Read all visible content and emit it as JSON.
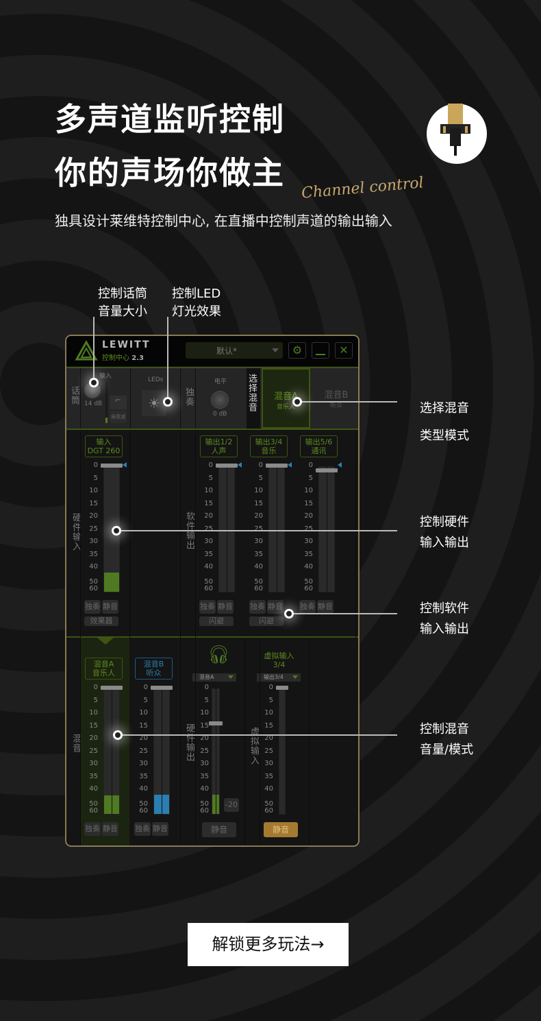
{
  "headline": {
    "line1": "多声道监听控制",
    "line2": "你的声场你做主",
    "script": "Channel control",
    "subtitle": "独具设计莱维特控制中心, 在直播中控制声道的输出输入"
  },
  "callouts": {
    "mic": [
      "控制话筒",
      "音量大小"
    ],
    "led": [
      "控制LED",
      "灯光效果"
    ],
    "mix": [
      "选择混音",
      "类型模式"
    ],
    "hw": [
      "控制硬件",
      "输入输出"
    ],
    "sw": [
      "控制软件",
      "输入输出"
    ],
    "mixvol": [
      "控制混音",
      "音量/模式"
    ]
  },
  "app": {
    "brand": "LEWITT",
    "product": "控制中心",
    "version": "2.3",
    "preset": "默认*",
    "top": {
      "mic_label": "话筒",
      "input_label": "输入",
      "gain": "14 dB",
      "lowcut": "局衰减",
      "leds": "LEDs",
      "solo_label": "独奏",
      "level_label": "电平",
      "level": "0 dB",
      "select_mix": "选择混音",
      "mixA": {
        "name": "混音A",
        "sub": "音乐人"
      },
      "mixB": {
        "name": "混音B",
        "sub": "听众"
      }
    },
    "sections": {
      "hw_in": "硬件输入",
      "sw_out": "软件输出",
      "mix": "混音",
      "hw_out": "硬件输出",
      "virt_in": "虚拟输入"
    },
    "scale": [
      "0",
      "5",
      "10",
      "15",
      "20",
      "25",
      "30",
      "35",
      "40",
      "50",
      "60"
    ],
    "strips": [
      {
        "id": "input",
        "h1": "输入",
        "h2": "DGT 260",
        "level": 0.16,
        "fader_db": 0,
        "stereo": false,
        "color": "#4f7a22",
        "buttons": [
          "独奏",
          "静音"
        ],
        "extra": "效果器"
      },
      {
        "id": "out12",
        "h1": "输出1/2",
        "h2": "人声",
        "level": 0,
        "fader_db": 0,
        "stereo": true,
        "color": "#4f7a22",
        "buttons": [
          "独奏",
          "静音"
        ],
        "extra": "闪避"
      },
      {
        "id": "out34",
        "h1": "输出3/4",
        "h2": "音乐",
        "level": 0,
        "fader_db": 0,
        "stereo": true,
        "color": "#4f7a22",
        "buttons": [
          "独奏",
          "静音"
        ],
        "extra": "闪避"
      },
      {
        "id": "out56",
        "h1": "输出5/6",
        "h2": "通讯",
        "level": 0,
        "fader_db": 2,
        "stereo": true,
        "color": "#4f7a22",
        "buttons": [
          "独奏",
          "静音"
        ]
      },
      {
        "id": "mixA",
        "h1": "混音A",
        "h2": "音乐人",
        "level": 0.15,
        "fader_db": 0,
        "stereo": true,
        "color": "#4f7a22",
        "buttons": [
          "独奏",
          "静音"
        ]
      },
      {
        "id": "mixB",
        "h1": "混音B",
        "h2": "听众",
        "level": 0.16,
        "fader_db": 0,
        "stereo": true,
        "color": "#2a7fb0",
        "buttons": [
          "独奏",
          "静音"
        ]
      },
      {
        "id": "hp",
        "select": "混音A",
        "level": 0.16,
        "fader_db": 14,
        "stereo": true,
        "color": "#4f7a22",
        "readout": "-20",
        "wide_button": "静音"
      },
      {
        "id": "virt",
        "h1": "虚拟输入",
        "h2": "3/4",
        "select": "输出3/4",
        "level": 0,
        "fader_db": 0,
        "stereo": false,
        "color": "#4f7a22",
        "wide_button": "静音",
        "wide_active": true
      }
    ]
  },
  "cta": "解锁更多玩法→"
}
